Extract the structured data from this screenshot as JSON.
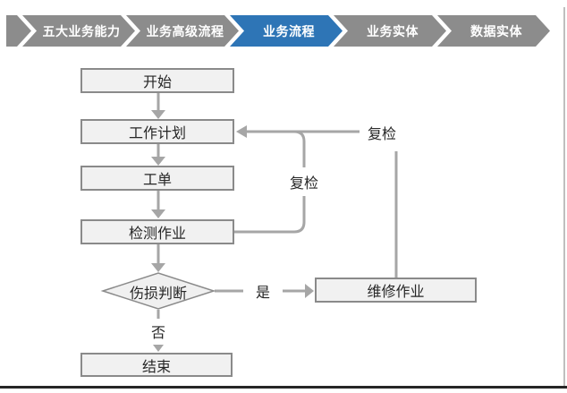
{
  "nav": {
    "items": [
      {
        "label": "五大业务能力",
        "active": false
      },
      {
        "label": "业务高级流程",
        "active": false
      },
      {
        "label": "业务流程",
        "active": true
      },
      {
        "label": "业务实体",
        "active": false
      },
      {
        "label": "数据实体",
        "active": false
      }
    ],
    "colors": {
      "active": "#2E75B6",
      "inactive": "#8C8C8C",
      "text": "#FFFFFF"
    }
  },
  "flowchart": {
    "nodes": {
      "start": "开始",
      "work_plan": "工作计划",
      "work_order": "工单",
      "inspection": "检测作业",
      "damage_decision": "伤损判断",
      "repair": "维修作业",
      "end": "结束"
    },
    "edge_labels": {
      "recheck_inner": "复检",
      "recheck_outer": "复检",
      "yes": "是",
      "no": "否"
    },
    "colors": {
      "node_fill": "#F1F1F1",
      "node_border": "#8A8A8A",
      "connector": "#A6A6A6",
      "label_text": "#262626"
    }
  }
}
